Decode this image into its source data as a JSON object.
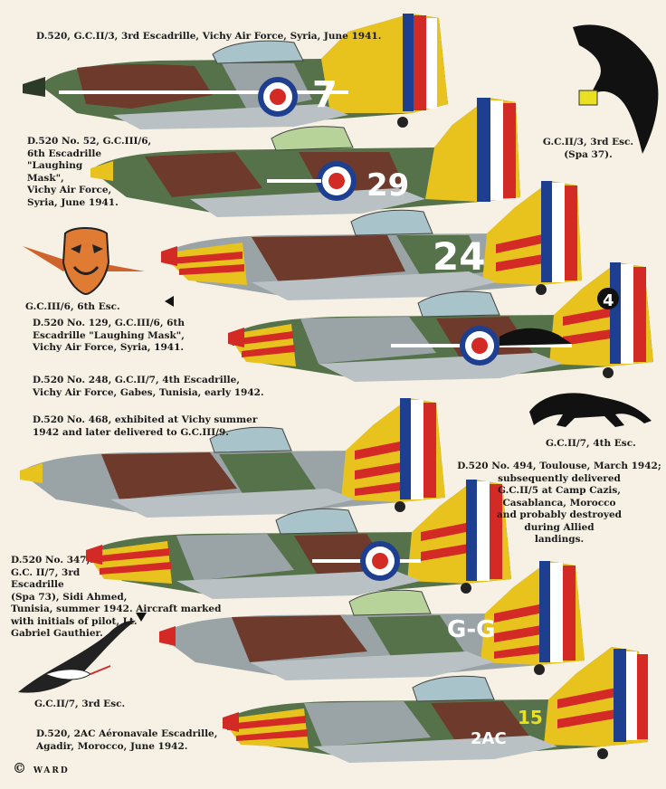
{
  "captions": {
    "p1": "D.520, G.C.II/3, 3rd Escadrille, Vichy Air Force, Syria,    June 1941.",
    "p2": "D.520 No. 52, G.C.III/6,\n6th  Escadrille\n\"Laughing\nMask\",\nVichy Air Force,\nSyria, June 1941.",
    "p3": "D.520 No. 129, G.C.III/6, 6th\nEscadrille \"Laughing Mask\",\nVichy Air Force, Syria, 1941.",
    "p4": "D.520 No. 248, G.C.II/7, 4th Escadrille,\nVichy Air Force, Gabes, Tunisia, early  1942.",
    "p5": "D.520 No. 468, exhibited at Vichy summer\n1942 and later delivered to G.C.III/9.",
    "p6": "D.520 No. 494, Toulouse, March 1942;\nsubsequently delivered\nG.C.II/5 at Camp Cazis,\nCasablanca, Morocco\nand probably destroyed\nduring  Allied\nlandings.",
    "p7": "D.520 No. 347,\nG.C. II/7, 3rd\nEscadrille\n(Spa 73), Sidi Ahmed,\nTunisia, summer 1942. Aircraft marked\nwith initials of pilot, Lt.\nGabriel Gauthier.",
    "p8": "D.520, 2AC Aéronavale Escadrille,\nAgadir, Morocco, June 1942."
  },
  "insignia": {
    "spa37": "G.C.II/3, 3rd Esc.\n(Spa 37).",
    "mask": "G.C.III/6, 6th Esc.",
    "panther": "G.C.II/7, 4th Esc.",
    "stork": "G.C.II/7, 3rd Esc."
  },
  "codes": {
    "a1": "7",
    "a2": "29",
    "a3": "24",
    "a4": "4",
    "a7": "G-G",
    "a8a": "2AC",
    "a8b": "15"
  },
  "signature": "WARD",
  "copyright_symbol": "©",
  "colors": {
    "camo_green": "#56724a",
    "camo_brown": "#6e3a2c",
    "camo_grey": "#9aa3a6",
    "yellow": "#e8c31e",
    "red": "#d32a26",
    "blue": "#1e3f8f",
    "white": "#ffffff",
    "underside": "#b9c1c5",
    "background": "#f6f1e4"
  }
}
